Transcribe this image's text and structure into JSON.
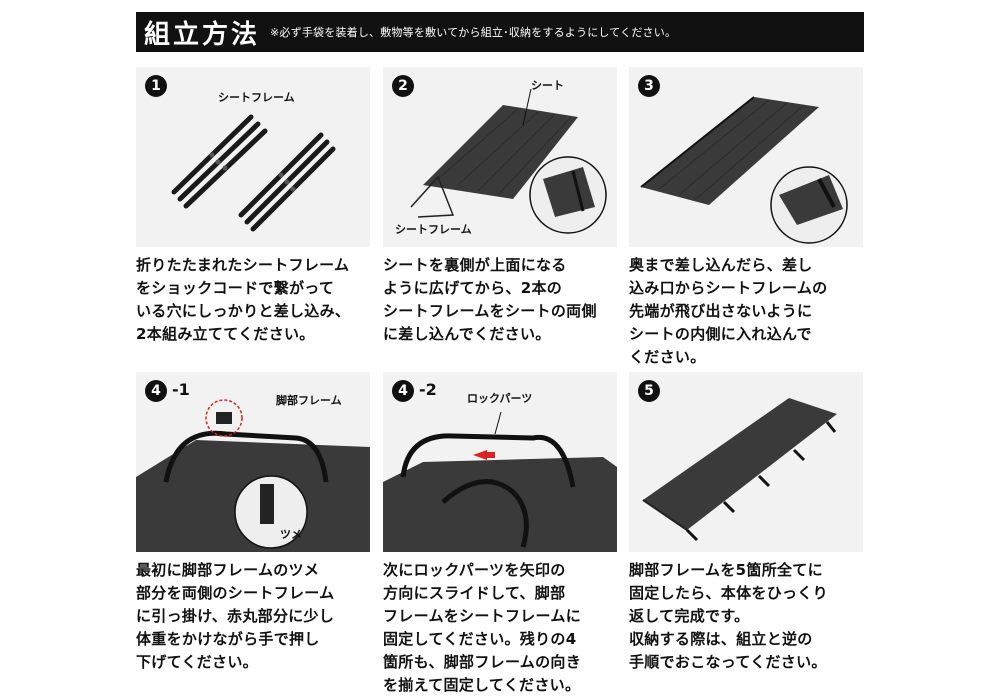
{
  "header": {
    "title": "組立方法",
    "note": "※必ず手袋を装着し、敷物等を敷いてから組立･収納をするようにしてください。"
  },
  "steps": [
    {
      "badge": "1",
      "sub": "",
      "labels": [
        "シートフレーム"
      ],
      "desc": "折りたたまれたシートフレーム\nをショックコードで繋がって\nいる穴にしっかりと差し込み、\n2本組み立ててください。"
    },
    {
      "badge": "2",
      "sub": "",
      "labels": [
        "シート",
        "シートフレーム"
      ],
      "desc": "シートを裏側が上面になる\nように広げてから、2本の\nシートフレームをシートの両側\nに差し込んでください。"
    },
    {
      "badge": "3",
      "sub": "",
      "labels": [],
      "desc": "奥まで差し込んだら、差し\n込み口からシートフレームの\n先端が飛び出さないように\nシートの内側に入れ込んで\nください。"
    },
    {
      "badge": "4",
      "sub": "-1",
      "labels": [
        "脚部フレーム",
        "ツメ"
      ],
      "desc": "最初に脚部フレームのツメ\n部分を両側のシートフレーム\nに引っ掛け、赤丸部分に少し\n体重をかけながら手で押し\n下げてください。"
    },
    {
      "badge": "4",
      "sub": "-2",
      "labels": [
        "ロックパーツ"
      ],
      "desc": "次にロックパーツを矢印の\n方向にスライドして、脚部\nフレームをシートフレームに\n固定してください。残りの4\n箇所も、脚部フレームの向き\nを揃えて固定してください。"
    },
    {
      "badge": "5",
      "sub": "",
      "labels": [],
      "desc": "脚部フレームを5箇所全てに\n固定したら、本体をひっくり\n返して完成です。\n収納する際は、組立と逆の\n手順でおこなってください。"
    }
  ]
}
